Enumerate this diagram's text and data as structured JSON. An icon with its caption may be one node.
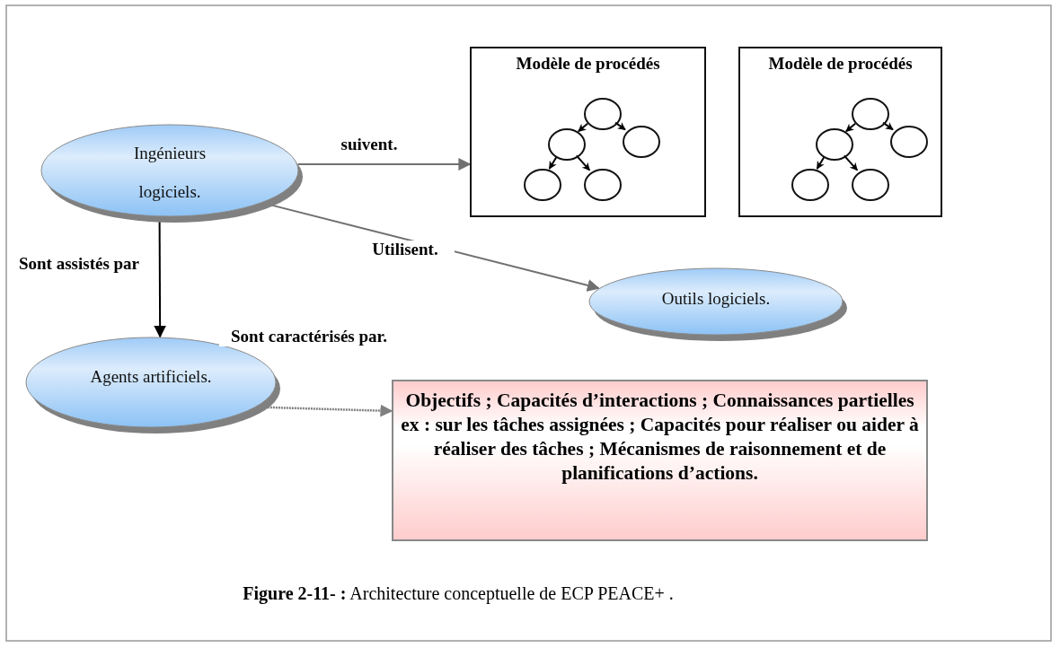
{
  "diagram": {
    "caption": "**Figure 2-11- :** Architecture conceptuelle de ECP PEACE+ .",
    "nodes": [
      {
        "text": [
          "Ingénieurs logiciels."
        ]
      },
      {
        "text": [
          "Modèle de procédés"
        ]
      },
      {
        "text": [],
        "shape": "circle",
        "in": 1
      },
      {
        "text": [],
        "shape": "circle",
        "in": 1
      },
      {
        "text": [],
        "shape": "circle",
        "in": 1
      },
      {
        "text": [],
        "shape": "circle",
        "in": 1
      },
      {
        "text": [],
        "shape": "circle",
        "in": 1
      },
      {
        "text": [
          "Modèle de procédés"
        ]
      },
      {
        "text": [],
        "shape": "circle",
        "in": 7
      },
      {
        "text": [],
        "shape": "circle",
        "in": 7
      },
      {
        "text": [],
        "shape": "circle",
        "in": 7
      },
      {
        "text": [],
        "shape": "circle",
        "in": 7
      },
      {
        "text": [],
        "shape": "circle",
        "in": 7
      },
      {
        "text": [
          "Outils logiciels."
        ]
      },
      {
        "text": [
          "Agents artificiels."
        ]
      },
      {
        "text": [
          "Objectifs ; Capacités d’interactions ; Connaissances partielles ex : sur les tâches assignées ; Capacités pour réaliser ou aider à réaliser des tâches ; Mécanismes de raisonnement et de planifications d’actions."
        ]
      }
    ],
    "edges": [
      {
        "from": 0,
        "to": 1,
        "arrow": "to",
        "label": "suivent.",
        "color": "#707070"
      },
      {
        "from": 0,
        "to": 13,
        "arrow": "to",
        "label": "Utilisent.",
        "color": "#707070"
      },
      {
        "from": 0,
        "to": 14,
        "arrow": "to",
        "label": "Sont assistés par"
      },
      {
        "from": 14,
        "to": 15,
        "arrow": "to",
        "label": "Sont caractérisés par.",
        "style": "dashed",
        "color": "#808080"
      },
      {
        "from": 2,
        "to": 3,
        "arrow": "to"
      },
      {
        "from": 2,
        "to": 4,
        "arrow": "to"
      },
      {
        "from": 3,
        "to": 5,
        "arrow": "to"
      },
      {
        "from": 3,
        "to": 6,
        "arrow": "to"
      },
      {
        "from": 8,
        "to": 9,
        "arrow": "to"
      },
      {
        "from": 8,
        "to": 10,
        "arrow": "to"
      },
      {
        "from": 9,
        "to": 11,
        "arrow": "to"
      },
      {
        "from": 9,
        "to": 12,
        "arrow": "to"
      }
    ]
  }
}
